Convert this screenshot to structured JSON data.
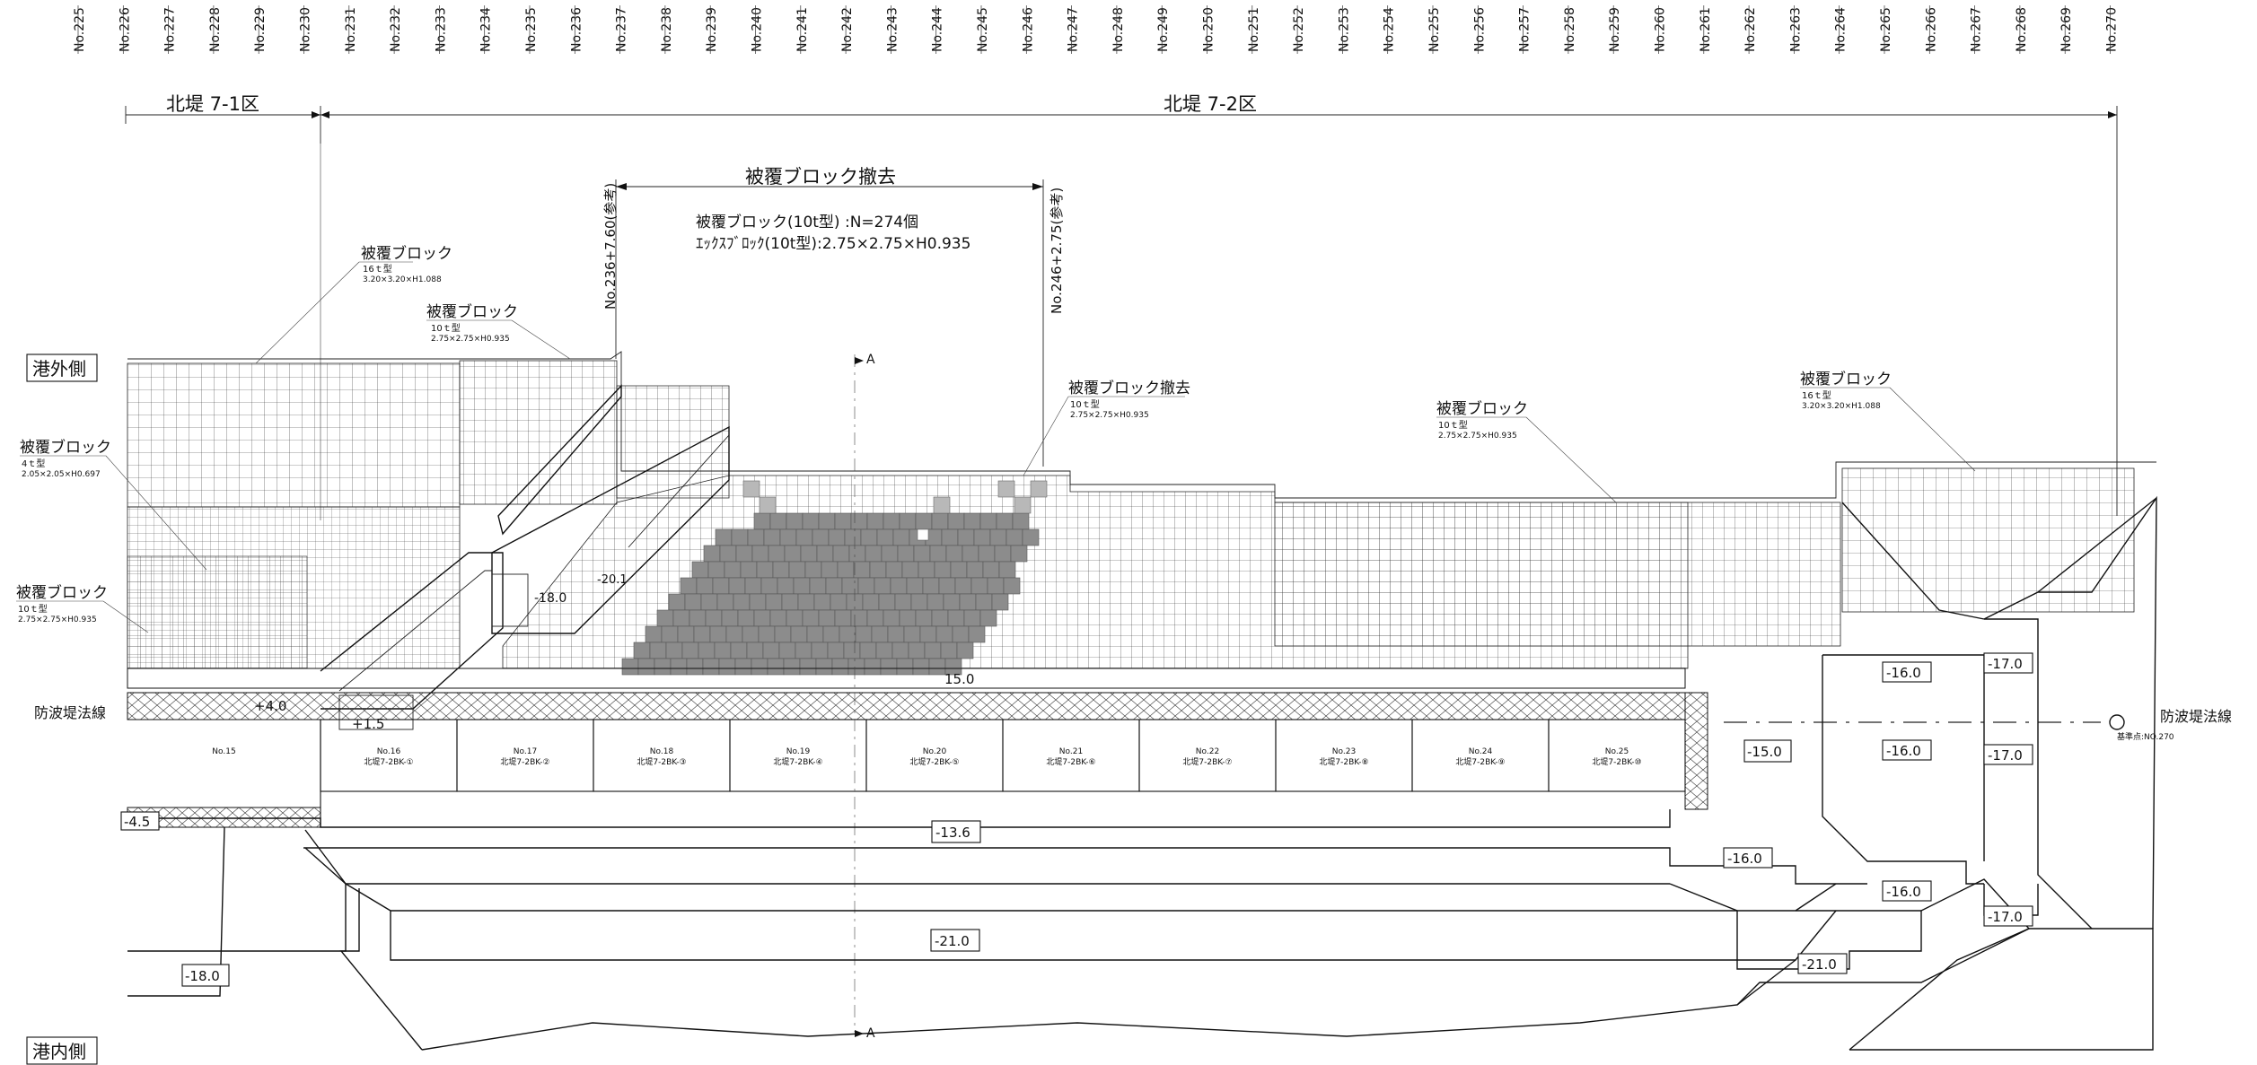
{
  "stations": [
    "No.225",
    "No.226",
    "No.227",
    "No.228",
    "No.229",
    "No.230",
    "No.231",
    "No.232",
    "No.233",
    "No.234",
    "No.235",
    "No.236",
    "No.237",
    "No.238",
    "No.239",
    "No.240",
    "No.241",
    "No.242",
    "No.243",
    "No.244",
    "No.245",
    "No.246",
    "No.247",
    "No.248",
    "No.249",
    "No.250",
    "No.251",
    "No.252",
    "No.253",
    "No.254",
    "No.255",
    "No.256",
    "No.257",
    "No.258",
    "No.259",
    "No.260",
    "No.261",
    "No.262",
    "No.263",
    "No.264",
    "No.265",
    "No.266",
    "No.267",
    "No.268",
    "No.269",
    "No.270"
  ],
  "zones": {
    "zone1": "北堤 7-1区",
    "zone2": "北堤 7-2区"
  },
  "removal": {
    "title": "被覆ブロック撤去",
    "count_label": "被覆ブロック(10t型) :N=274個",
    "spec_label": "ｴｯｸｽﾌﾞﾛｯｸ(10t型):2.75×2.75×H0.935",
    "start_station": "No.236+7.60(参考)",
    "end_station": "No.246+2.75(参考)"
  },
  "sides": {
    "outer": "港外側",
    "inner": "港内側",
    "breakwater_line": "防波堤法線"
  },
  "section_mark": "A",
  "datum_note": "基準点:NO.270",
  "block_labels": [
    {
      "id": "b16",
      "title": "被覆ブロック",
      "type": "16ｔ型",
      "dims": "3.20×3.20×H1.088"
    },
    {
      "id": "b10a",
      "title": "被覆ブロック",
      "type": "10ｔ型",
      "dims": "2.75×2.75×H0.935"
    },
    {
      "id": "b4",
      "title": "被覆ブロック",
      "type": "4ｔ型",
      "dims": "2.05×2.05×H0.697"
    },
    {
      "id": "b10b",
      "title": "被覆ブロック",
      "type": "10ｔ型",
      "dims": "2.75×2.75×H0.935"
    },
    {
      "id": "brm",
      "title": "被覆ブロック撤去",
      "type": "10ｔ型",
      "dims": "2.75×2.75×H0.935"
    },
    {
      "id": "b10c",
      "title": "被覆ブロック",
      "type": "10ｔ型",
      "dims": "2.75×2.75×H0.935"
    },
    {
      "id": "b16b",
      "title": "被覆ブロック",
      "type": "16ｔ型",
      "dims": "3.20×3.20×H1.088"
    }
  ],
  "caissons": [
    {
      "no": "No.15",
      "name": ""
    },
    {
      "no": "No.16",
      "name": "北堤7-2BK-①"
    },
    {
      "no": "No.17",
      "name": "北堤7-2BK-②"
    },
    {
      "no": "No.18",
      "name": "北堤7-2BK-③"
    },
    {
      "no": "No.19",
      "name": "北堤7-2BK-④"
    },
    {
      "no": "No.20",
      "name": "北堤7-2BK-⑤"
    },
    {
      "no": "No.21",
      "name": "北堤7-2BK-⑥"
    },
    {
      "no": "No.22",
      "name": "北堤7-2BK-⑦"
    },
    {
      "no": "No.23",
      "name": "北堤7-2BK-⑧"
    },
    {
      "no": "No.24",
      "name": "北堤7-2BK-⑨"
    },
    {
      "no": "No.25",
      "name": "北堤7-2BK-⑩"
    }
  ],
  "elevations": {
    "e_p4_0": "+4.0",
    "e_p1_5": "+1.5",
    "e_15_0": "15.0",
    "e_m18_0a": "-18.0",
    "e_m20_1": "-20.1",
    "e_m4_5": "-4.5",
    "e_m13_6": "-13.6",
    "e_m21_0": "-21.0",
    "e_m18_0b": "-18.0",
    "e_m15_0": "-15.0",
    "e_m16_0a": "-16.0",
    "e_m16_0b": "-16.0",
    "e_m16_0c": "-16.0",
    "e_m16_0d": "-16.0",
    "e_m17_0a": "-17.0",
    "e_m17_0b": "-17.0",
    "e_m17_0c": "-17.0",
    "e_m21_0b": "-21.0"
  }
}
